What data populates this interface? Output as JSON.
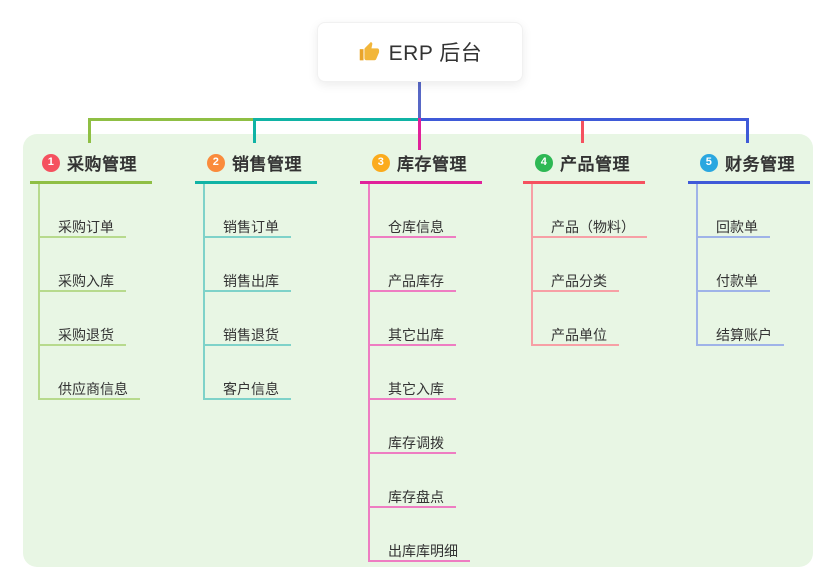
{
  "root": {
    "title": "ERP 后台",
    "icon": "thumbs-up-icon",
    "icon_color": "#f2b63a",
    "drop_line_color": "#5868c6",
    "card_bg": "#ffffff"
  },
  "panel": {
    "bg_color": "#e8f6e4"
  },
  "branches": [
    {
      "num": "1",
      "label": "采购管理",
      "badge_color": "#f5515f",
      "line_color": "#8fbf44",
      "sub_line_color": "#b7da8d",
      "items": [
        "采购订单",
        "采购入库",
        "采购退货",
        "供应商信息"
      ]
    },
    {
      "num": "2",
      "label": "销售管理",
      "badge_color": "#fa8b3c",
      "line_color": "#10b3a5",
      "sub_line_color": "#7ed2c9",
      "items": [
        "销售订单",
        "销售出库",
        "销售退货",
        "客户信息"
      ]
    },
    {
      "num": "3",
      "label": "库存管理",
      "badge_color": "#fbab1d",
      "line_color": "#e0219a",
      "sub_line_color": "#ee7dc2",
      "items": [
        "仓库信息",
        "产品库存",
        "其它出库",
        "其它入库",
        "库存调拨",
        "库存盘点",
        "出库库明细"
      ]
    },
    {
      "num": "4",
      "label": "产品管理",
      "badge_color": "#2eb854",
      "line_color": "#f5515f",
      "sub_line_color": "#f79fa5",
      "items": [
        "产品（物料）",
        "产品分类",
        "产品单位"
      ]
    },
    {
      "num": "5",
      "label": "财务管理",
      "badge_color": "#2aa7e0",
      "line_color": "#3f5ad8",
      "sub_line_color": "#9fb3e8",
      "items": [
        "回款单",
        "付款单",
        "结算账户"
      ]
    }
  ]
}
